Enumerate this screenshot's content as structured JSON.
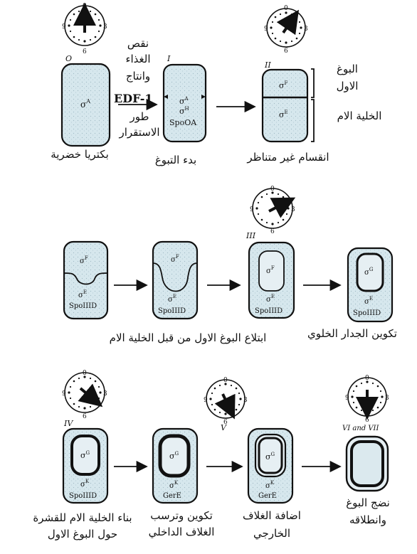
{
  "clocks": {
    "c0": {
      "n12": "0",
      "n3": "3",
      "n6": "6",
      "n9": "9"
    },
    "c1": {
      "n12": "0",
      "n3": "3",
      "n6": "6",
      "n9": "9"
    },
    "c2": {
      "n12": "0",
      "n3": "3",
      "n6": "6",
      "n9": "9"
    },
    "c3": {
      "n12": "0",
      "n3": "3",
      "n6": "6",
      "n9": "9"
    },
    "c4": {
      "n12": "0",
      "n3": "3",
      "n6": "6",
      "n9": "9"
    },
    "c5": {
      "n12": "0",
      "n3": "3",
      "n6": "6",
      "n9": "9"
    }
  },
  "stages": {
    "s0": "O",
    "s1": "I",
    "s2": "II",
    "s3": "III",
    "s4": "IV",
    "s5": "V",
    "s6": "VI and VII"
  },
  "cells": {
    "r1c1": {
      "sigma": "σ",
      "sup": "A"
    },
    "r1c2": {
      "sigma1": "σ",
      "sup1": "A",
      "sigma2": "σ",
      "sup2": "H",
      "protein": "SpoOA"
    },
    "r1c3": {
      "sigma1": "σ",
      "sup1": "F",
      "sigma2": "σ",
      "sup2": "E"
    },
    "r2c1": {
      "sigma1": "σ",
      "sup1": "F",
      "sigma2": "σ",
      "sup2": "E",
      "protein": "SpoIIID"
    },
    "r2c2": {
      "sigma1": "σ",
      "sup1": "F",
      "sigma2": "σ",
      "sup2": "E",
      "protein": "SpoIIID"
    },
    "r2c3": {
      "sigma1": "σ",
      "sup1": "F",
      "sigma2": "σ",
      "sup2": "E",
      "protein": "SpoIIID"
    },
    "r2c4": {
      "sigma1": "σ",
      "sup1": "G",
      "sigma2": "σ",
      "sup2": "E",
      "protein": "SpoIIID"
    },
    "r3c1": {
      "sigma1": "σ",
      "sup1": "G",
      "sigma2": "σ",
      "sup2": "K",
      "protein": "SpoIIID"
    },
    "r3c2": {
      "sigma1": "σ",
      "sup1": "G",
      "sigma2": "σ",
      "sup2": "K",
      "protein": "GerE"
    },
    "r3c3": {
      "sigma1": "σ",
      "sup1": "G",
      "sigma2": "σ",
      "sup2": "K",
      "protein": "GerE"
    }
  },
  "labels": {
    "starve1": "نقص",
    "starve2": "الغذاء",
    "starve3": "وانتاج",
    "edf": "EDF-1",
    "starve4": "طور",
    "starve5": "الاستقرار",
    "forespore1": "البوغ",
    "forespore2": "الاول",
    "mother": "الخلية الام",
    "veg": "بكتريا خضرية",
    "start": "بدء التبوغ",
    "asym": "انقسام غير متناظر",
    "engulf": "ابتلاع البوغ الاول من قبل الخلية الام",
    "wall": "تكوين الجدار الخلوي",
    "cortex1": "بناء الخلية الام للقشرة",
    "cortex2": "حول البوغ الاول",
    "inner1": "تكوين وترسب",
    "inner2": "الغلاف الداخلي",
    "outer1": "اضافة الغلاف",
    "outer2": "الخارجي",
    "mature1": "نضج البوغ",
    "mature2": "وانطلاقه"
  }
}
